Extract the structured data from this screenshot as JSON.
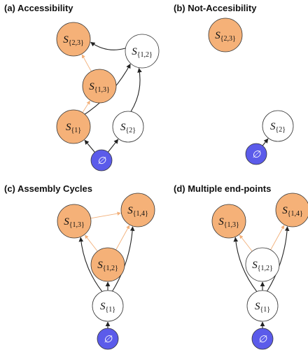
{
  "colors": {
    "orange": "#f5b178",
    "white": "#ffffff",
    "blue": "#5b5bea",
    "edge_black": "#222222",
    "edge_orange": "#f2b07a"
  },
  "panels": [
    {
      "label": "(a) Accessibility",
      "nodes": [
        {
          "id": "s23",
          "main": "S",
          "sub": "{2,3}",
          "fill": "orange"
        },
        {
          "id": "s12",
          "main": "S",
          "sub": "{1,2}",
          "fill": "white"
        },
        {
          "id": "s13",
          "main": "S",
          "sub": "{1,3}",
          "fill": "orange"
        },
        {
          "id": "s1",
          "main": "S",
          "sub": "{1}",
          "fill": "orange"
        },
        {
          "id": "s2",
          "main": "S",
          "sub": "{2}",
          "fill": "white"
        },
        {
          "id": "e",
          "main": "∅",
          "sub": "",
          "fill": "blue"
        }
      ],
      "edges": [
        {
          "from": "e",
          "to": "s1",
          "style": "black"
        },
        {
          "from": "e",
          "to": "s2",
          "style": "black"
        },
        {
          "from": "s1",
          "to": "s12",
          "style": "black"
        },
        {
          "from": "s2",
          "to": "s12",
          "style": "black"
        },
        {
          "from": "s12",
          "to": "s23",
          "style": "black"
        },
        {
          "from": "s1",
          "to": "s13",
          "style": "orange"
        },
        {
          "from": "s13",
          "to": "s23",
          "style": "orange"
        }
      ]
    },
    {
      "label": "(b) Not-Accesibility",
      "nodes": [
        {
          "id": "s23",
          "main": "S",
          "sub": "{2,3}",
          "fill": "orange"
        },
        {
          "id": "s2",
          "main": "S",
          "sub": "{2}",
          "fill": "white"
        },
        {
          "id": "e",
          "main": "∅",
          "sub": "",
          "fill": "blue"
        }
      ],
      "edges": [
        {
          "from": "e",
          "to": "s2",
          "style": "black"
        }
      ]
    },
    {
      "label": "(c) Assembly Cycles",
      "nodes": [
        {
          "id": "s13",
          "main": "S",
          "sub": "{1,3}",
          "fill": "orange"
        },
        {
          "id": "s14",
          "main": "S",
          "sub": "{1,4}",
          "fill": "orange"
        },
        {
          "id": "s12",
          "main": "S",
          "sub": "{1,2}",
          "fill": "orange"
        },
        {
          "id": "s1",
          "main": "S",
          "sub": "{1}",
          "fill": "white"
        },
        {
          "id": "e",
          "main": "∅",
          "sub": "",
          "fill": "blue"
        }
      ],
      "edges": [
        {
          "from": "e",
          "to": "s1",
          "style": "black"
        },
        {
          "from": "s1",
          "to": "s12",
          "style": "black"
        },
        {
          "from": "s1",
          "to": "s13",
          "style": "black"
        },
        {
          "from": "s1",
          "to": "s14",
          "style": "black"
        },
        {
          "from": "s12",
          "to": "s13",
          "style": "orange"
        },
        {
          "from": "s12",
          "to": "s14",
          "style": "orange"
        },
        {
          "from": "s13",
          "to": "s14",
          "style": "orange"
        }
      ]
    },
    {
      "label": "(d) Multiple end-points",
      "nodes": [
        {
          "id": "s13",
          "main": "S",
          "sub": "{1,3}",
          "fill": "orange"
        },
        {
          "id": "s14",
          "main": "S",
          "sub": "{1,4}",
          "fill": "orange"
        },
        {
          "id": "s12",
          "main": "S",
          "sub": "{1,2}",
          "fill": "white"
        },
        {
          "id": "s1",
          "main": "S",
          "sub": "{1}",
          "fill": "white"
        },
        {
          "id": "e",
          "main": "∅",
          "sub": "",
          "fill": "blue"
        }
      ],
      "edges": [
        {
          "from": "e",
          "to": "s1",
          "style": "black"
        },
        {
          "from": "s1",
          "to": "s12",
          "style": "black"
        },
        {
          "from": "s1",
          "to": "s13",
          "style": "black"
        },
        {
          "from": "s1",
          "to": "s14",
          "style": "black"
        },
        {
          "from": "s12",
          "to": "s13",
          "style": "orange"
        },
        {
          "from": "s12",
          "to": "s14",
          "style": "orange"
        }
      ]
    }
  ]
}
